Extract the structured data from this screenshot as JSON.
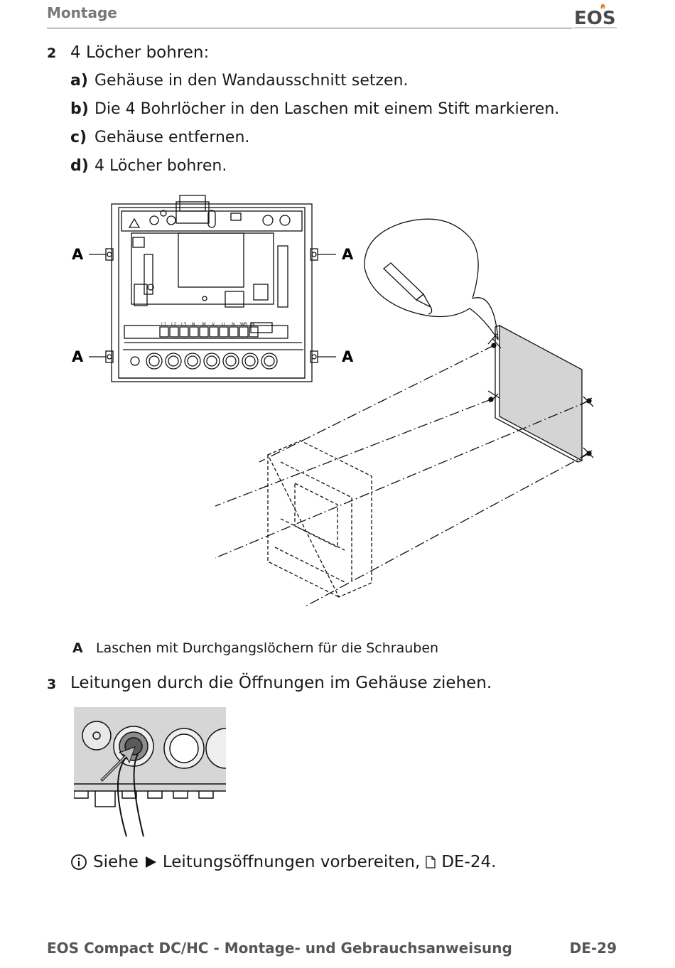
{
  "header": {
    "section_title": "Montage",
    "logo_text": "EOS"
  },
  "step2": {
    "number": "2",
    "title": "4 Löcher bohren:",
    "substeps": [
      {
        "letter": "a)",
        "text": "Gehäuse in den Wandausschnitt setzen."
      },
      {
        "letter": "b)",
        "text": "Die 4 Bohrlöcher in den Laschen mit einem Stift markieren."
      },
      {
        "letter": "c)",
        "text": "Gehäuse entfernen."
      },
      {
        "letter": "d)",
        "text": "4 Löcher bohren."
      }
    ]
  },
  "figure1": {
    "callout_label": "A",
    "terminal_labels": [
      "L1",
      "L2",
      "L3",
      "N",
      "W",
      "V",
      "U",
      "N",
      "WB",
      "N"
    ]
  },
  "legend": {
    "key": "A",
    "text": "Laschen mit Durchgangslöchern für die Schrauben"
  },
  "step3": {
    "number": "3",
    "title": "Leitungen durch die Öffnungen im Gehäuse ziehen."
  },
  "info": {
    "prefix": "Siehe",
    "link_text": "Leitungsöffnungen vorbereiten,",
    "page_ref": "DE-24."
  },
  "footer": {
    "doc_title": "EOS Compact DC/HC - Montage- und Gebrauchsanweisung",
    "page_number": "DE-29"
  }
}
